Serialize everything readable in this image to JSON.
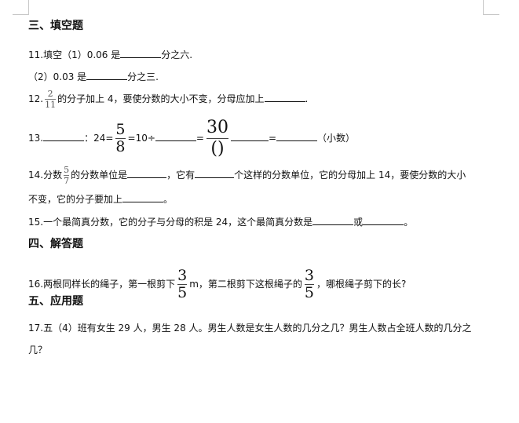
{
  "sections": {
    "s3": "三、填空题",
    "s4": "四、解答题",
    "s5": "五、应用题"
  },
  "q11": {
    "a": "11.填空（1）0.06 是",
    "a_end": "分之六.",
    "b": "（2）0.03 是",
    "b_end": "分之三."
  },
  "q12": {
    "num": "12.",
    "frac_n": "2",
    "frac_d": "11",
    "text": "的分子加上 4，要使分数的大小不变，分母应加上",
    "end": "."
  },
  "q13": {
    "num": "13.",
    "t1": "：24=",
    "f1_n": "5",
    "f1_d": "8",
    "t2": "=10÷",
    "t3": "=",
    "f2_n": "30",
    "f2_d": "()",
    "t4": "=",
    "t5": "（小数）"
  },
  "q14": {
    "a": "14.分数",
    "frac_n": "5",
    "frac_d": "7",
    "b": "的分数单位是",
    "c": "，它有",
    "d": "个这样的分数单位，它的分母加上 14，要使分数的大小",
    "e": "不变，它的分子要加上",
    "f": "。"
  },
  "q15": {
    "a": "15.一个最简真分数，它的分子与分母的积是 24，这个最简真分数是",
    "b": "或",
    "c": "。"
  },
  "q16": {
    "a": "16.两根同样长的绳子，第一根剪下",
    "f1_n": "3",
    "f1_d": "5",
    "b": "m，第二根剪下这根绳子的",
    "f2_n": "3",
    "f2_d": "5",
    "c": "，哪根绳子剪下的长?"
  },
  "q17": {
    "a": "17.五（4）班有女生 29 人，男生 28 人。男生人数是女生人数的几分之几？男生人数占全班人数的几分之",
    "b": "几？"
  }
}
